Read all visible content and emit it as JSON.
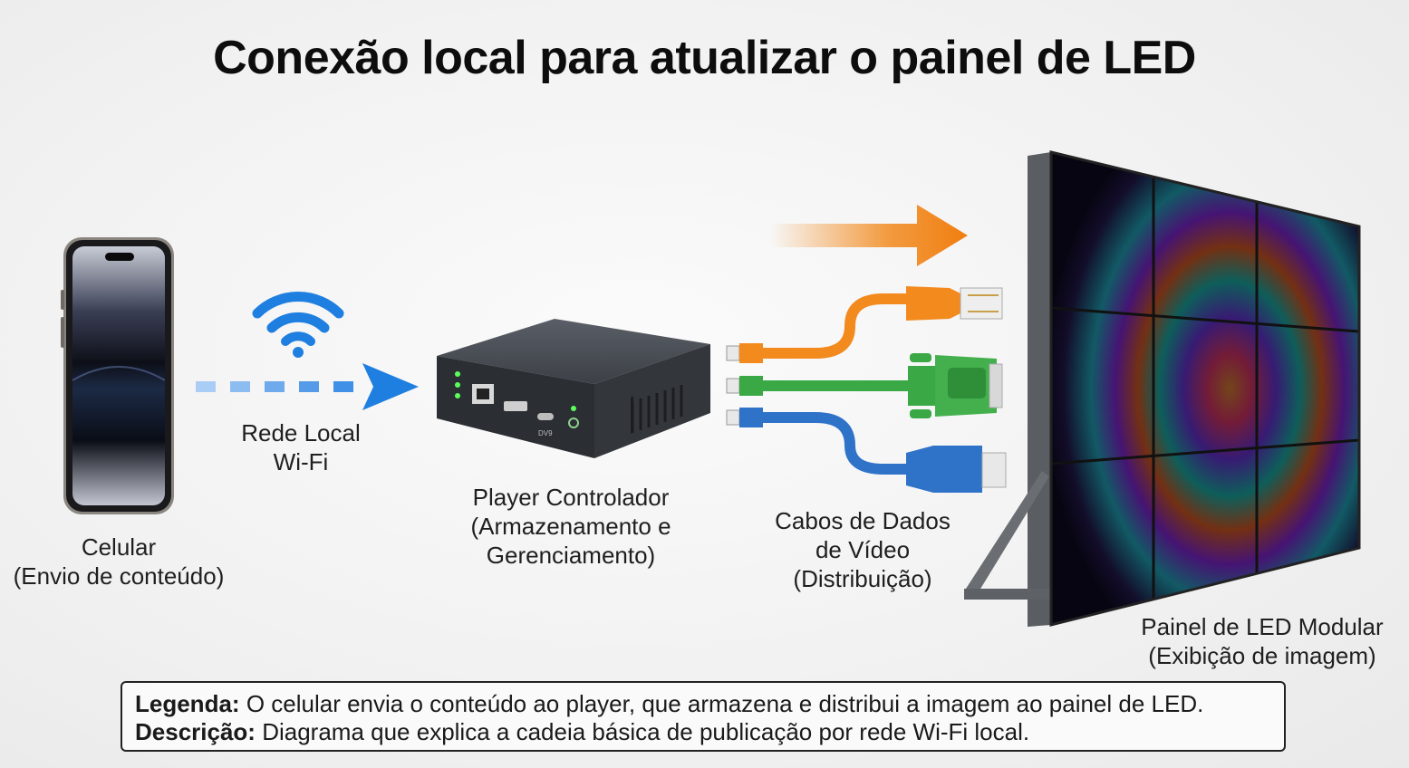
{
  "title": "Conexão local para atualizar o painel de LED",
  "nodes": {
    "phone": {
      "line1": "Celular",
      "line2": "(Envio de conteúdo)"
    },
    "wifi": {
      "line1": "Rede Local",
      "line2": "Wi-Fi"
    },
    "player": {
      "line1": "Player Controlador",
      "line2": "(Armazenamento e",
      "line3": "Gerenciamento)",
      "port_label": "DV9"
    },
    "cables": {
      "line1": "Cabos de Dados",
      "line2": "de Vídeo",
      "line3": "(Distribuição)"
    },
    "panel": {
      "line1": "Painel de LED Modular",
      "line2": "(Exibição de imagem)"
    }
  },
  "legend": {
    "legend_label": "Legenda:",
    "legend_text": "O celular envia o conteúdo ao player, que armazena e distribui a imagem ao painel de LED.",
    "description_label": "Descrição:",
    "description_text": "Diagrama que explica a cadeia básica de publicação por rede Wi-Fi local."
  },
  "colors": {
    "wifi_blue": "#1f7fe0",
    "arrow_orange": "#f28a1e",
    "cable_orange": "#f28a1e",
    "cable_green": "#3aa845",
    "cable_blue": "#2f73c9",
    "device_body": "#3a3d42"
  },
  "icons": [
    "phone-icon",
    "wifi-icon",
    "dashed-arrow-icon",
    "player-device-icon",
    "orange-arrow-icon",
    "ethernet-cable-icon",
    "dvi-cable-icon",
    "hdmi-cable-icon",
    "led-panel-icon"
  ]
}
